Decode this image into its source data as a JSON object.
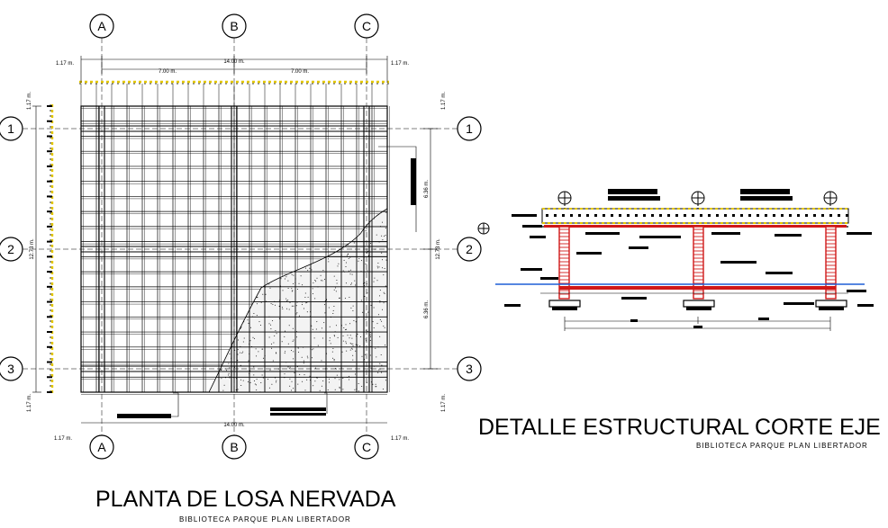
{
  "plan": {
    "title": "PLANTA DE LOSA NERVADA",
    "subtitle": "BIBLIOTECA PARQUE PLAN LIBERTADOR",
    "axes_columns": [
      "A",
      "B",
      "C"
    ],
    "axes_rows": [
      "1",
      "2",
      "3"
    ],
    "dims": {
      "total_width": "14.00 m.",
      "bay_left": "7.00 m.",
      "bay_right": "7.00 m.",
      "overhang": "1.17 m.",
      "total_height": "12.73 m.",
      "bay_top": "6.36 m.",
      "bay_bottom": "6.36 m.",
      "bottom_width": "14.00 m."
    }
  },
  "section": {
    "title": "DETALLE ESTRUCTURAL CORTE EJE",
    "subtitle": "BIBLIOTECA PARQUE PLAN LIBERTADOR"
  },
  "colors": {
    "line": "#000000",
    "slab_edge": "#e3c700",
    "column": "#d01818",
    "ground": "#1f5fd6"
  }
}
